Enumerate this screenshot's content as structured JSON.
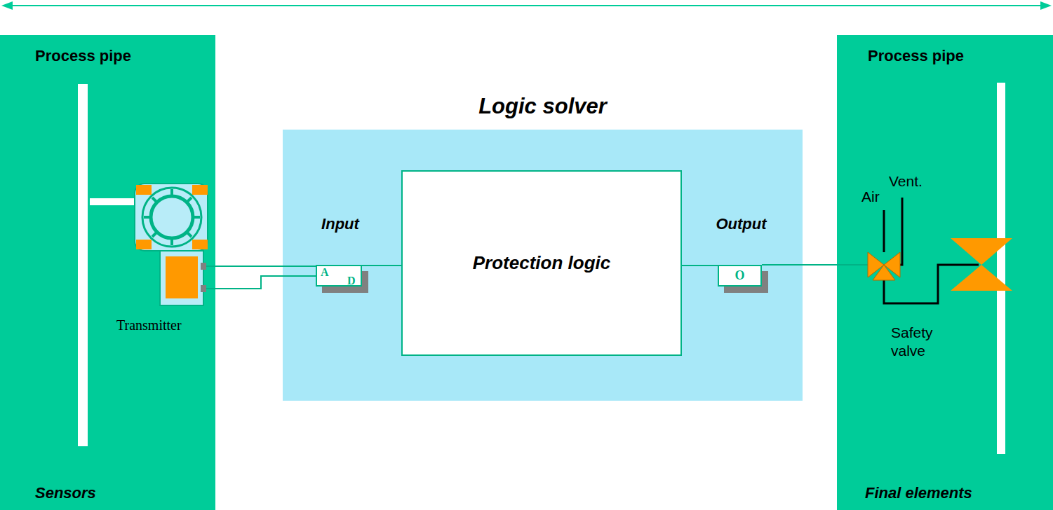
{
  "diagram": {
    "nodes": [
      {
        "text": [
          "Process pipe",
          "Sensors"
        ]
      },
      {
        "text": [
          "Logic solver"
        ]
      },
      {
        "text": [
          "Input",
          "A",
          "D"
        ],
        "in": 1
      },
      {
        "text": [
          "Protection logic"
        ],
        "in": 1
      },
      {
        "text": [
          "Output",
          "O"
        ],
        "in": 1
      },
      {
        "text": [
          "Process pipe",
          "Final elements"
        ]
      }
    ],
    "edges": [
      {
        "from": 2,
        "to": 3,
        "arrow": "none"
      },
      {
        "from": 3,
        "to": 4,
        "arrow": "none"
      }
    ],
    "labels": [
      "Transmitter",
      "Air",
      "Vent.",
      "Safety valve"
    ]
  }
}
